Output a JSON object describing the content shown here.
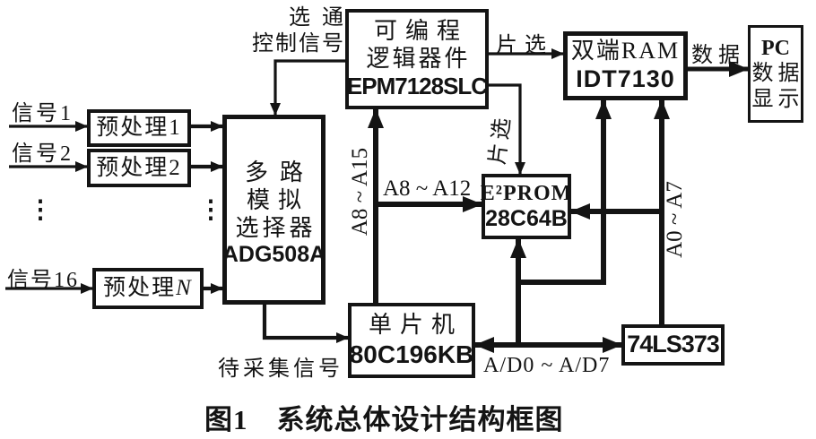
{
  "diagram": {
    "caption": {
      "fig": "图1",
      "title": "系统总体设计结构框图"
    },
    "signals": {
      "s1": "信号1",
      "s2": "信号2",
      "s16": "信号16",
      "ellipsis": "⋮"
    },
    "blocks": {
      "pre1": {
        "l1": "预处理1"
      },
      "pre2": {
        "l1": "预处理2"
      },
      "preN": {
        "prefix": "预处理",
        "suffix": "N"
      },
      "mux": {
        "l1": "多路",
        "l2": "模拟",
        "l3": "选择器",
        "l4": "ADG508A"
      },
      "pld": {
        "l1": "可编程",
        "l2": "逻辑器件",
        "l3": "EPM7128SLC"
      },
      "ram": {
        "l1": "双端RAM",
        "l2": "IDT7130"
      },
      "pc": {
        "l1": "PC",
        "l2": "数据",
        "l3": "显示"
      },
      "eeprom": {
        "l1": "E²PROM",
        "l2": "28C64B"
      },
      "mcu": {
        "l1": "单片机",
        "l2": "80C196KB"
      },
      "latch": {
        "l1": "74LS373"
      }
    },
    "edges": {
      "gating1": "选通",
      "gating2": "控制信号",
      "cs_ram": "片选",
      "data": "数据",
      "a8a15": "A8 ~ A15",
      "a8a12": "A8 ~ A12",
      "cs_eeprom": "片选",
      "a0a7": "A0 ~ A7",
      "adbus": "A/D0 ~ A/D7",
      "sample": "待采集信号"
    },
    "colors": {
      "ink": "#141414",
      "paper": "#ffffff"
    }
  }
}
